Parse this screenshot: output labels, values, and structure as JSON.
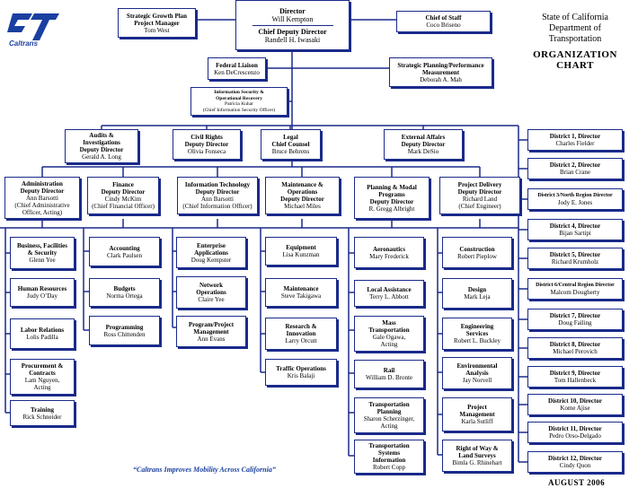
{
  "logo": {
    "text": "Caltrans",
    "color": "#1a3fa0"
  },
  "header": {
    "state": "State of California",
    "department": "Department of Transportation",
    "title_line1": "ORGANIZATION",
    "title_line2": "CHART"
  },
  "footer": {
    "slogan": "“Caltrans Improves Mobility Across California”",
    "date": "AUGUST  2006"
  },
  "colors": {
    "line": "#1a2a8a",
    "border": "#1a2a8a"
  },
  "boxes": {
    "director": {
      "l1": "Director",
      "l2": "Will Kempton",
      "l3": "Chief Deputy Director",
      "l4": "Randell H. Iwasaki"
    },
    "sgp": {
      "l1": "Strategic Growth Plan",
      "l2": "Project Manager",
      "l3": "Tom West"
    },
    "cos": {
      "l1": "Chief of Staff",
      "l2": "Coco Briseno"
    },
    "fed": {
      "l1": "Federal Liaison",
      "l2": "Ken DeCrescenzo"
    },
    "sppm": {
      "l1": "Strategic Planning/Performance",
      "l2": "Measurement",
      "l3": "Deborah A. Mah"
    },
    "isor": {
      "l1": "Information Security &",
      "l2": "Operational Recovery",
      "l3": "Patricia Kuhar",
      "l4": "(Chief Information Security Officer)"
    },
    "audits": {
      "l1": "Audits &",
      "l2": "Investigations",
      "l3": "Deputy Director",
      "l4": "Gerald A. Long"
    },
    "civil": {
      "l1": "Civil Rights",
      "l2": "Deputy Director",
      "l3": "Olivia Fonseca"
    },
    "legal": {
      "l1": "Legal",
      "l2": "Chief Counsel",
      "l3": "Bruce Behrens"
    },
    "external": {
      "l1": "External Affairs",
      "l2": "Deputy Director",
      "l3": "Mark DeSio"
    },
    "admin": {
      "l1": "Administration",
      "l2": "Deputy Director",
      "l3": "Ann Barsotti",
      "l4": "(Chief Administrative",
      "l5": "Officer, Acting)"
    },
    "finance": {
      "l1": "Finance",
      "l2": "Deputy Director",
      "l3": "Cindy McKim",
      "l4": "(Chief Financial Officer)"
    },
    "it": {
      "l1": "Information Technology",
      "l2": "Deputy Director",
      "l3": "Ann Barsotti",
      "l4": "(Chief Information Officer)"
    },
    "maint": {
      "l1": "Maintenance &",
      "l2": "Operations",
      "l3": "Deputy Director",
      "l4": "Michael Miles"
    },
    "planning": {
      "l1": "Planning & Modal",
      "l2": "Programs",
      "l3": "Deputy Director",
      "l4": "R. Gregg Albright"
    },
    "pd": {
      "l1": "Project Delivery",
      "l2": "Deputy Director",
      "l3": "Richard Land",
      "l4": "(Chief Engineer)"
    },
    "a1": {
      "l1": "Business, Facilities",
      "l2": "& Security",
      "l3": "Glenn Yee"
    },
    "a2": {
      "l1": "Human Resources",
      "l2": "Judy O’Day"
    },
    "a3": {
      "l1": "Labor Relations",
      "l2": "Lolis Padilla"
    },
    "a4": {
      "l1": "Procurement &",
      "l2": "Contracts",
      "l3": "Lam Nguyen,",
      "l4": "Acting"
    },
    "a5": {
      "l1": "Training",
      "l2": "Rick Schneider"
    },
    "f1": {
      "l1": "Accounting",
      "l2": "Clark Paulsen"
    },
    "f2": {
      "l1": "Budgets",
      "l2": "Norma Ortega"
    },
    "f3": {
      "l1": "Programming",
      "l2": "Ross Chittenden"
    },
    "i1": {
      "l1": "Enterprise",
      "l2": "Applications",
      "l3": "Doug Kempster"
    },
    "i2": {
      "l1": "Network",
      "l2": "Operations",
      "l3": "Claire Yee"
    },
    "i3": {
      "l1": "Program/Project",
      "l2": "Management",
      "l3": "Ann Evans"
    },
    "m1": {
      "l1": "Equipment",
      "l2": "Lisa Kunzman"
    },
    "m2": {
      "l1": "Maintenance",
      "l2": "Steve Takigawa"
    },
    "m3": {
      "l1": "Research &",
      "l2": "Innovation",
      "l3": "Larry Orcutt"
    },
    "m4": {
      "l1": "Traffic Operations",
      "l2": "Kris Balaji"
    },
    "p1": {
      "l1": "Aeronautics",
      "l2": "Mary Frederick"
    },
    "p2": {
      "l1": "Local Assistance",
      "l2": "Terry L. Abbott"
    },
    "p3": {
      "l1": "Mass",
      "l2": "Transportation",
      "l3": "Gale Ogawa,",
      "l4": "Acting"
    },
    "p4": {
      "l1": "Rail",
      "l2": "William D. Bronte"
    },
    "p5": {
      "l1": "Transportation",
      "l2": "Planning",
      "l3": "Sharon Scherzinger,",
      "l4": "Acting"
    },
    "p6": {
      "l1": "Transportation",
      "l2": "Systems",
      "l3": "Information",
      "l4": "Robert Copp"
    },
    "d1": {
      "l1": "Construction",
      "l2": "Robert Pieplow"
    },
    "d2": {
      "l1": "Design",
      "l2": "Mark Leja"
    },
    "d3": {
      "l1": "Engineering",
      "l2": "Services",
      "l3": "Robert L. Buckley"
    },
    "d4": {
      "l1": "Environmental",
      "l2": "Analysis",
      "l3": "Jay Norvell"
    },
    "d5": {
      "l1": "Project",
      "l2": "Management",
      "l3": "Karla Sutliff"
    },
    "d6": {
      "l1": "Right of Way &",
      "l2": "Land Surveys",
      "l3": "Bimla G. Rhinehart"
    },
    "r1": {
      "l1": "District 1, Director",
      "l2": "Charles Fielder"
    },
    "r2": {
      "l1": "District 2, Director",
      "l2": "Brian Crane"
    },
    "r3": {
      "l1": "District 3/North Region Director",
      "l2": "Jody E. Jones"
    },
    "r4": {
      "l1": "District 4, Director",
      "l2": "Bijan Sartipi"
    },
    "r5": {
      "l1": "District 5, Director",
      "l2": "Richard Krumholz"
    },
    "r6": {
      "l1": "District 6/Central Region Director",
      "l2": "Malcom Dougherty"
    },
    "r7": {
      "l1": "District 7, Director",
      "l2": "Doug Failing"
    },
    "r8": {
      "l1": "District 8, Director",
      "l2": "Michael Perovich"
    },
    "r9": {
      "l1": "District 9, Director",
      "l2": "Tom Hallenbeck"
    },
    "r10": {
      "l1": "District 10, Director",
      "l2": "Kome Ajise"
    },
    "r11": {
      "l1": "District 11, Director",
      "l2": "Pedro Orso-Delgado"
    },
    "r12": {
      "l1": "District 12, Director",
      "l2": "Cindy Quon"
    }
  }
}
